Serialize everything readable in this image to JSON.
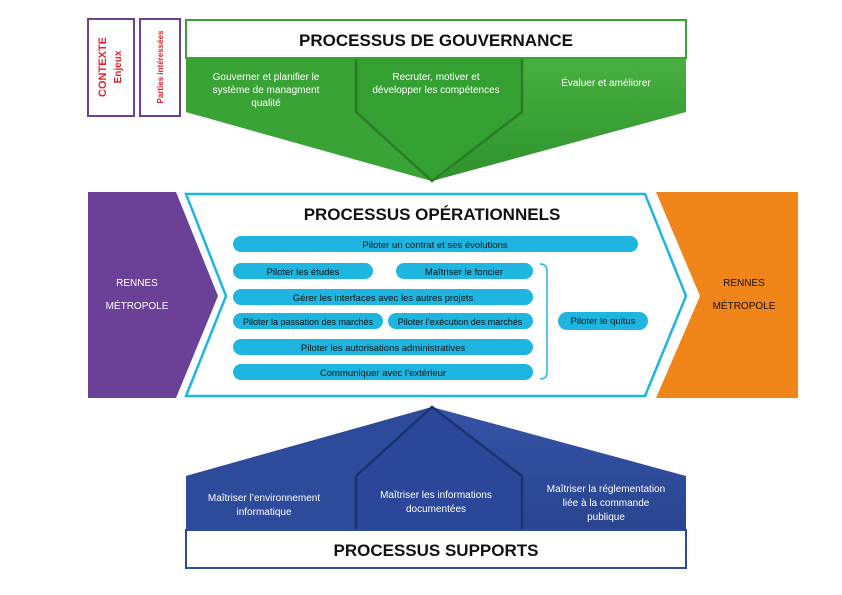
{
  "context_box": {
    "main": "CONTEXTE",
    "sub": "Enjeux"
  },
  "stakeholders_box": {
    "label": "Parties intéressées"
  },
  "governance": {
    "title": "PROCESSUS DE GOUVERNANCE",
    "items": [
      [
        "Gouverner et planifier le",
        "système de managment",
        "qualité"
      ],
      [
        "Recruter, motiver et",
        "développer les compétences"
      ],
      [
        "Évaluer et améliorer"
      ]
    ]
  },
  "operational": {
    "title": "PROCESSUS OPÉRATIONNELS",
    "pills": [
      "Piloter un contrat et ses évolutions",
      "Piloter les études",
      "Maîtriser le foncier",
      "Gérer les interfaces avec les autres projets",
      "Piloter la passation des marchés",
      "Piloter l’exécution des marchés",
      "Piloter les autorisations administratives",
      "Communiquer avec l’extérieur",
      "Piloter le quitus"
    ]
  },
  "left_arrow": {
    "line1": "RENNES",
    "line2": "MÉTROPOLE"
  },
  "right_arrow": {
    "line1": "RENNES",
    "line2": "MÉTROPOLE"
  },
  "supports": {
    "title": "PROCESSUS SUPPORTS",
    "items": [
      [
        "Maîtriser l’environnement",
        "informatique"
      ],
      [
        "Maîtriser les informations",
        "documentées"
      ],
      [
        "Maîtriser la réglementation",
        "liée à la commande",
        "publique"
      ]
    ]
  },
  "colors": {
    "governance_green": "#3AA335",
    "supports_blue": "#2E4A9A",
    "operational_cyan": "#1EB6E0",
    "left_purple": "#6A4196",
    "right_orange": "#F08619",
    "context_red": "#E3262D"
  }
}
